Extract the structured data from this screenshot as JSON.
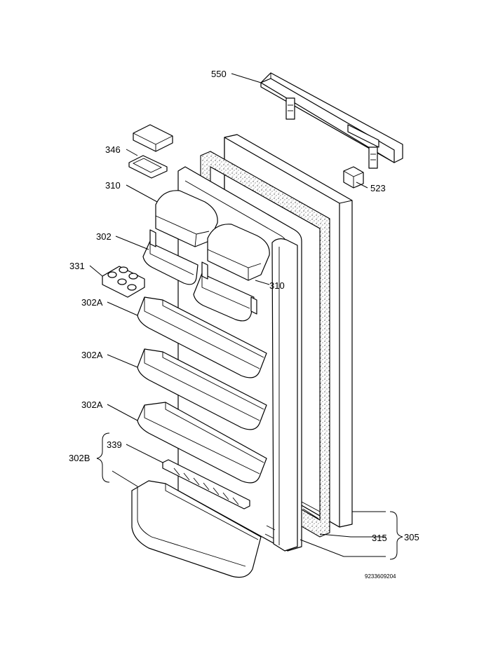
{
  "labels": {
    "l550": "550",
    "l346": "346",
    "l310a": "310",
    "l310b": "310",
    "l302": "302",
    "l331": "331",
    "l302A_1": "302A",
    "l302A_2": "302A",
    "l302A_3": "302A",
    "l339": "339",
    "l302B": "302B",
    "l523": "523",
    "l315": "315",
    "l305": "305"
  },
  "code": "9233609204"
}
